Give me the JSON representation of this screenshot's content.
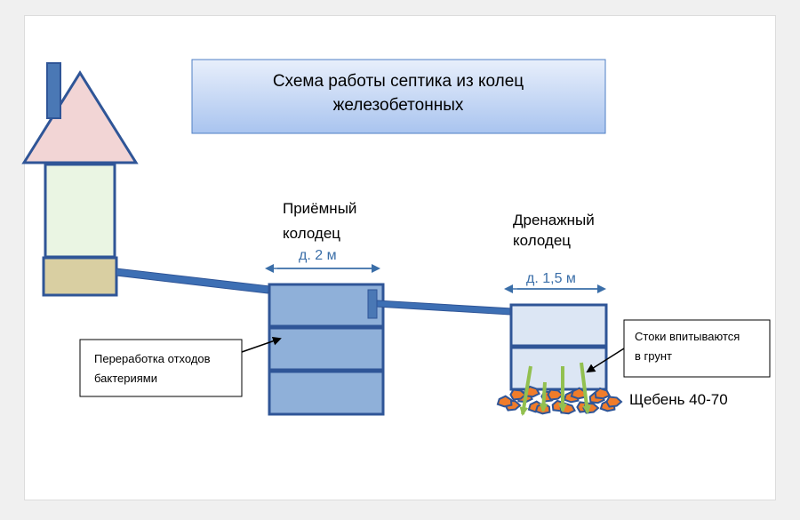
{
  "title": {
    "line1": "Схема работы септика из колец",
    "line2": "железобетонных"
  },
  "receiving_well": {
    "label_line1": "Приёмный",
    "label_line2": "колодец",
    "diameter": "д. 2 м"
  },
  "drainage_well": {
    "label_line1": "Дренажный",
    "label_line2": "колодец",
    "diameter": "д. 1,5 м"
  },
  "callout_bacteria": {
    "line1": "Переработка отходов",
    "line2": "бактериями"
  },
  "callout_absorb": {
    "line1": "Стоки впитываются",
    "line2": "в грунт"
  },
  "gravel_label": "Щебень 40-70",
  "colors": {
    "roof": "#f2d5d5",
    "house_wall": "#eaf5e3",
    "foundation": "#d9cfa2",
    "receiving_well": "#8fb0d9",
    "drainage_well": "#dce6f4",
    "outline": "#2f5597",
    "gravel": "#f07c2a",
    "arrows": "#92c050",
    "title_box_top": "#e3ecfa",
    "title_box_bottom": "#a8c3ee"
  }
}
